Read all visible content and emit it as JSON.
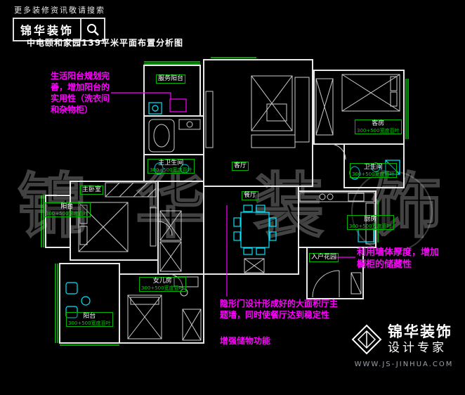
{
  "header": {
    "search_hint": "更多装修资讯敬请搜索",
    "brand": "锦华装饰",
    "title": "中电颐和家园139平米平面布置分析图"
  },
  "rooms": {
    "service_balcony": {
      "label": "服务阳台",
      "sub": ""
    },
    "master_bath": {
      "label": "主卫生间",
      "sub": "300+500宽度百叶"
    },
    "living": {
      "label": "客厅",
      "sub": ""
    },
    "dining": {
      "label": "餐厅",
      "sub": ""
    },
    "master_bed": {
      "label": "主卧室",
      "sub": ""
    },
    "guest": {
      "label": "客房",
      "sub": "300+500宽度百叶"
    },
    "bath": {
      "label": "卫生间",
      "sub": "300+500宽度百叶"
    },
    "kitchen": {
      "label": "厨房",
      "sub": "300+500宽度百叶"
    },
    "entry": {
      "label": "入户花园",
      "sub": ""
    },
    "daughter": {
      "label": "女儿房",
      "sub": "300+500宽度百叶"
    },
    "balcony_left": {
      "label": "阳台",
      "sub": "300+500宽度百叶"
    },
    "balcony_bottom": {
      "label": "阳台",
      "sub": "300+500宽度百叶"
    }
  },
  "annotations": {
    "life_balcony": "生活阳台规划完善，增加阳台的实用性（洗衣间和杂物柜）",
    "wall_cabinet": "利用墙体厚度，增加橱柜的储藏性",
    "hidden_door": "隐形门设计形成好的大面积厅主题墙，同时使餐厅达到稳定性",
    "storage": "增强储物功能"
  },
  "watermark": "锦华装饰",
  "footer": {
    "brand": "锦华装饰",
    "tagline": "设计专家",
    "url": "WWW.JS-JINHUA.COM"
  },
  "colors": {
    "background": "#000000",
    "wall": "#e8e8e8",
    "window_green": "#00ff00",
    "fixture_cyan": "#00e5ff",
    "annotation_magenta": "#ff00ff"
  }
}
